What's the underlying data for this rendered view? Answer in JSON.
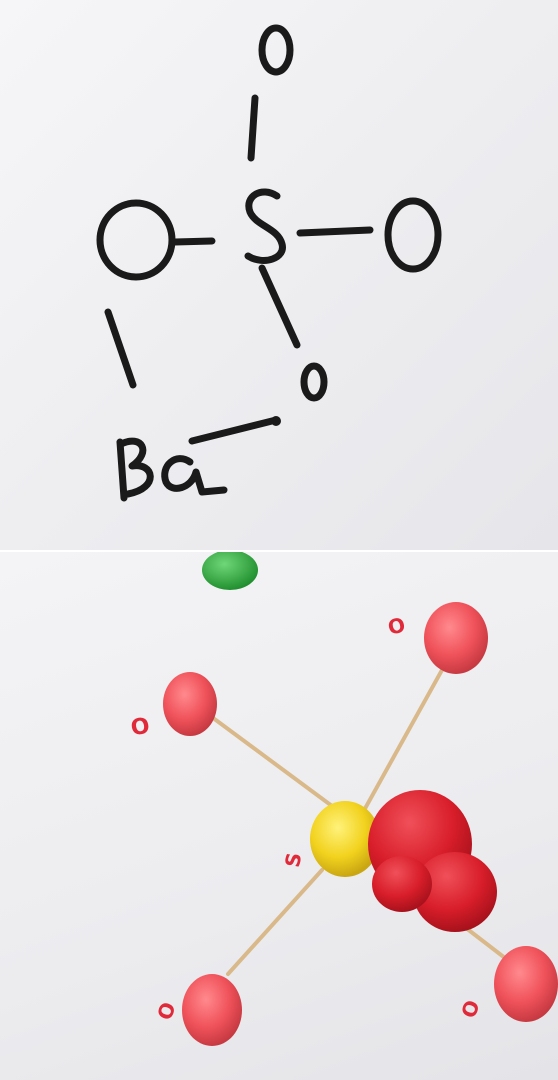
{
  "drawing": {
    "atoms": [
      {
        "label": "O"
      },
      {
        "label": "S"
      },
      {
        "label": "O"
      },
      {
        "label": "O"
      },
      {
        "label": "O"
      },
      {
        "label": "Ba"
      }
    ]
  },
  "model": {
    "labels": [
      {
        "label": "O"
      },
      {
        "label": "O"
      },
      {
        "label": "S"
      },
      {
        "label": "O"
      },
      {
        "label": "O"
      }
    ],
    "colors": {
      "oxygen": "#f0525a",
      "sulfur": "#f2d21e",
      "barium": "#d81e2a",
      "stick": "#d9b98a",
      "scrap": "#2fa83a",
      "ink": "#1a1a1a",
      "label": "#e02a3a"
    }
  }
}
